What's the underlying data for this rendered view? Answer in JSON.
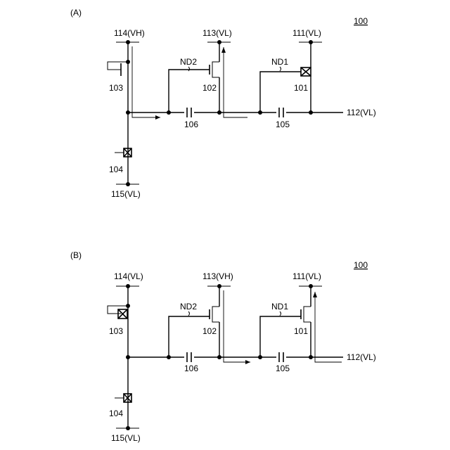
{
  "panels": [
    {
      "panel_label": "(A)",
      "ref": "100",
      "node_114": "114(VH)",
      "node_113": "113(VL)",
      "node_111": "111(VL)",
      "node_112": "112(VL)",
      "node_115": "115(VL)",
      "nd2": "ND2",
      "nd1": "ND1",
      "t103": "103",
      "t102": "102",
      "t101": "101",
      "t104": "104",
      "c106": "106",
      "c105": "105"
    },
    {
      "panel_label": "(B)",
      "ref": "100",
      "node_114": "114(VL)",
      "node_113": "113(VH)",
      "node_111": "111(VL)",
      "node_112": "112(VL)",
      "node_115": "115(VL)",
      "nd2": "ND2",
      "nd1": "ND1",
      "t103": "103",
      "t102": "102",
      "t101": "101",
      "t104": "104",
      "c106": "106",
      "c105": "105"
    }
  ]
}
